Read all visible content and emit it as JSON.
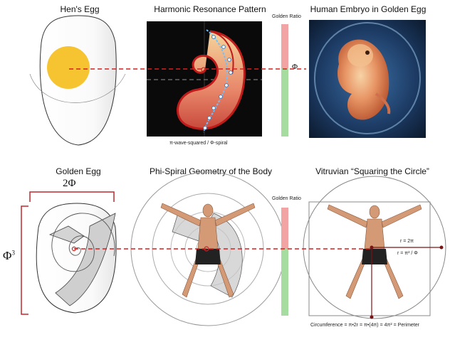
{
  "panels": {
    "hens_egg": {
      "title": "Hen's Egg"
    },
    "harmonic": {
      "title": "Harmonic Resonance Pattern",
      "caption": "π-wave-squared / Φ-spiral"
    },
    "embryo": {
      "title": "Human Embryo in Golden Egg"
    },
    "golden_egg": {
      "title": "Golden Egg",
      "width_label": "2Φ",
      "height_label": "Φ",
      "height_exp": "3"
    },
    "phi_body": {
      "title": "Phi-Spiral Geometry of the Body"
    },
    "vitruvian": {
      "title": "Vitruvian “Squaring the Circle”",
      "r1": "r = 2π",
      "r2": "r = π² / Φ",
      "formula": "Circumference = π•2r = π•(4π) = 4π² = Perimeter"
    }
  },
  "scale_top": {
    "label": "Golden Ratio",
    "marker": "Φ"
  },
  "scale_bottom": {
    "label": "Golden Ratio"
  },
  "colors": {
    "yolk": "#f6c431",
    "phi_line": "#d81f1f",
    "ratio_pink": "#f2a3a3",
    "ratio_green": "#a6dca0",
    "bracket": "#c0282b",
    "spiral": "#b01e1e"
  }
}
